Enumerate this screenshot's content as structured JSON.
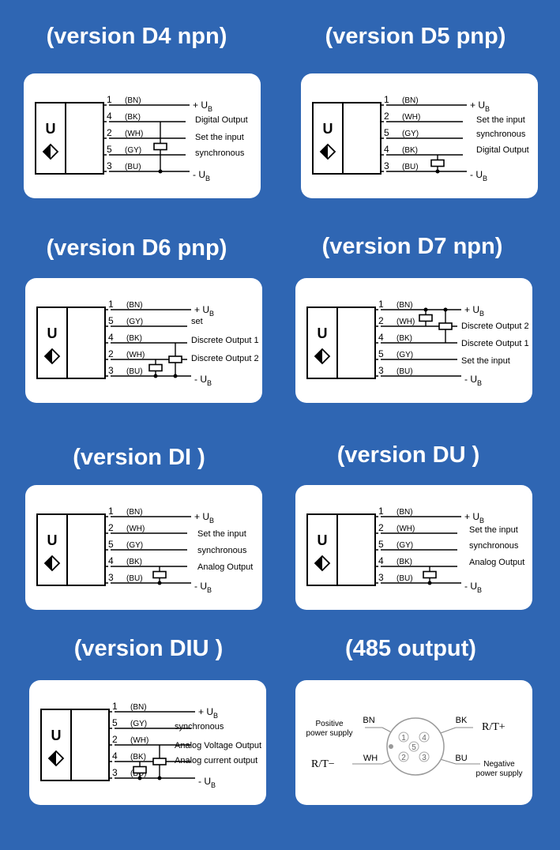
{
  "ub_plus": "+ U",
  "ub_minus": "- U",
  "ub_sub": "B",
  "sensor_letter": "U",
  "diagrams": [
    {
      "id": "d4",
      "title": "(version D4 npn)",
      "wires": [
        {
          "pin": "1",
          "color": "(BN)"
        },
        {
          "pin": "4",
          "color": "(BK)"
        },
        {
          "pin": "2",
          "color": "(WH)"
        },
        {
          "pin": "5",
          "color": "(GY)"
        },
        {
          "pin": "3",
          "color": "(BU)"
        }
      ],
      "labels": [
        "Digital Output",
        "Set the input",
        "synchronous"
      ]
    },
    {
      "id": "d5",
      "title": "(version D5 pnp)",
      "wires": [
        {
          "pin": "1",
          "color": "(BN)"
        },
        {
          "pin": "2",
          "color": "(WH)"
        },
        {
          "pin": "5",
          "color": "(GY)"
        },
        {
          "pin": "4",
          "color": "(BK)"
        },
        {
          "pin": "3",
          "color": "(BU)"
        }
      ],
      "labels": [
        "Set the input",
        "synchronous",
        "Digital Output"
      ]
    },
    {
      "id": "d6",
      "title": "(version D6 pnp)",
      "wires": [
        {
          "pin": "1",
          "color": "(BN)"
        },
        {
          "pin": "5",
          "color": "(GY)"
        },
        {
          "pin": "4",
          "color": "(BK)"
        },
        {
          "pin": "2",
          "color": "(WH)"
        },
        {
          "pin": "3",
          "color": "(BU)"
        }
      ],
      "labels": [
        "set",
        "Discrete Output 1",
        "Discrete Output 2"
      ]
    },
    {
      "id": "d7",
      "title": "(version D7 npn)",
      "wires": [
        {
          "pin": "1",
          "color": "(BN)"
        },
        {
          "pin": "2",
          "color": "(WH)"
        },
        {
          "pin": "4",
          "color": "(BK)"
        },
        {
          "pin": "5",
          "color": "(GY)"
        },
        {
          "pin": "3",
          "color": "(BU)"
        }
      ],
      "labels": [
        "Discrete Output 2",
        "Discrete Output 1",
        "Set the input"
      ]
    },
    {
      "id": "di",
      "title": "(version DI )",
      "wires": [
        {
          "pin": "1",
          "color": "(BN)"
        },
        {
          "pin": "2",
          "color": "(WH)"
        },
        {
          "pin": "5",
          "color": "(GY)"
        },
        {
          "pin": "4",
          "color": "(BK)"
        },
        {
          "pin": "3",
          "color": "(BU)"
        }
      ],
      "labels": [
        "Set the input",
        "synchronous",
        "Analog Output"
      ]
    },
    {
      "id": "du",
      "title": "(version DU )",
      "wires": [
        {
          "pin": "1",
          "color": "(BN)"
        },
        {
          "pin": "2",
          "color": "(WH)"
        },
        {
          "pin": "5",
          "color": "(GY)"
        },
        {
          "pin": "4",
          "color": "(BK)"
        },
        {
          "pin": "3",
          "color": "(BU)"
        }
      ],
      "labels": [
        "Set the input",
        "synchronous",
        "Analog Output"
      ]
    },
    {
      "id": "diu",
      "title": "(version DIU )",
      "wires": [
        {
          "pin": "1",
          "color": "(BN)"
        },
        {
          "pin": "5",
          "color": "(GY)"
        },
        {
          "pin": "2",
          "color": "(WH)"
        },
        {
          "pin": "4",
          "color": "(BK)"
        },
        {
          "pin": "3",
          "color": "(BU)"
        }
      ],
      "labels": [
        "synchronous",
        "Analog Voltage Output",
        "Analog current output"
      ]
    }
  ],
  "rs485": {
    "title": "(485 output)",
    "positive": "Positive",
    "power_supply": "power supply",
    "negative": "Negative",
    "rt_plus": "R/T+",
    "rt_minus": "R/T−",
    "bn": "BN",
    "bk": "BK",
    "wh": "WH",
    "bu": "BU",
    "pins": [
      "1",
      "2",
      "3",
      "4",
      "5"
    ]
  }
}
